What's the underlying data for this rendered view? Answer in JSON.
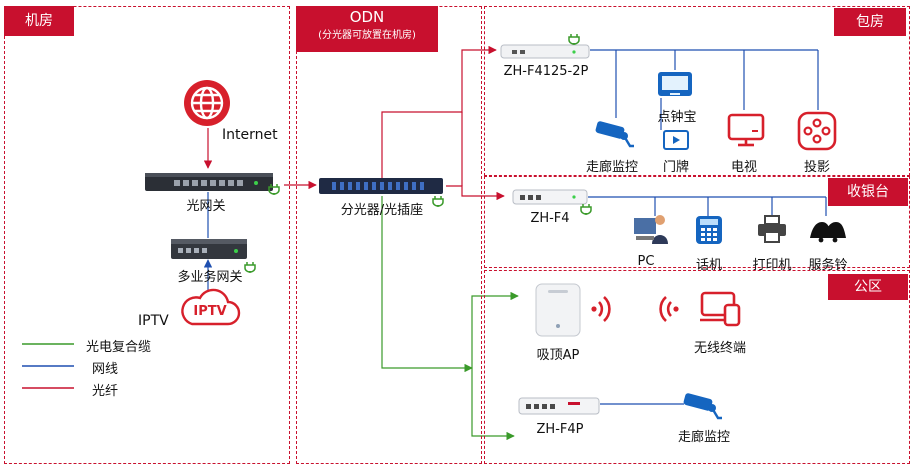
{
  "zones": {
    "server_room": "机房",
    "odn": "ODN",
    "odn_note": "(分光器可放置在机房)",
    "private_room": "包房",
    "cashier": "收银台",
    "public_area": "公区"
  },
  "devices": {
    "internet": "Internet",
    "optical_gateway": "光网关",
    "multi_service_gateway": "多业务网关",
    "iptv": "IPTV",
    "iptv_cloud": "IPTV",
    "splitter": "分光器/光插座",
    "onu_f4125": "ZH-F4125-2P",
    "onu_f4": "ZH-F4",
    "onu_f4p": "ZH-F4P",
    "ceiling_ap": "吸顶AP",
    "wireless_terminal": "无线终端"
  },
  "endpoints": {
    "private_room": {
      "karaoke": "点钟宝",
      "door_sign": "门牌",
      "corridor_cam": "走廊监控",
      "tv": "电视",
      "projector": "投影"
    },
    "cashier": {
      "pc": "PC",
      "phone": "话机",
      "printer": "打印机",
      "bell": "服务铃"
    },
    "public_area": {
      "corridor_cam": "走廊监控"
    }
  },
  "legend": [
    {
      "label": "光电复合缆",
      "color": "#3a9a2a"
    },
    {
      "label": "网线",
      "color": "#1f4fb0"
    },
    {
      "label": "光纤",
      "color": "#c8102e"
    }
  ],
  "colors": {
    "accent": "#c8102e",
    "composite": "#3a9a2a",
    "ethernet": "#1f4fb0",
    "fiber": "#c8102e"
  }
}
